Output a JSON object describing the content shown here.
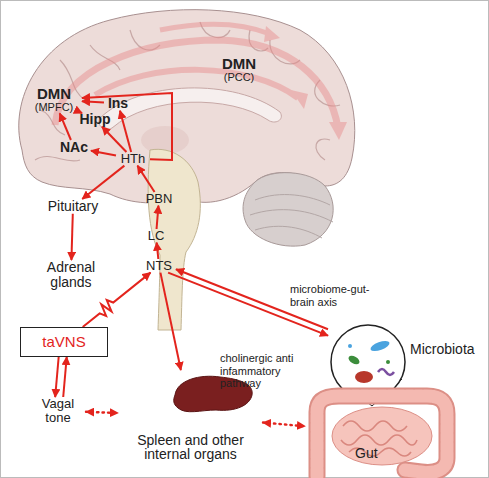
{
  "diagram": {
    "nodes": [
      {
        "text": [
          "DMN",
          "(PCC)"
        ]
      },
      {
        "text": [
          "DMN",
          "(MPFC)"
        ]
      },
      {
        "text": [
          "Ins"
        ]
      },
      {
        "text": [
          "Hipp"
        ]
      },
      {
        "text": [
          "NAc"
        ]
      },
      {
        "text": [
          "HTh"
        ]
      },
      {
        "text": [
          "PBN"
        ]
      },
      {
        "text": [
          "LC"
        ]
      },
      {
        "text": [
          "NTS"
        ]
      },
      {
        "text": [
          "Pituitary"
        ]
      },
      {
        "text": [
          "Adrenal glands"
        ]
      },
      {
        "text": [
          "taVNS"
        ]
      },
      {
        "text": [
          "Vagal tone"
        ]
      },
      {
        "text": [
          "Spleen and other internal organs"
        ]
      },
      {
        "text": [
          "Microbiota"
        ]
      },
      {
        "text": [
          "Gut"
        ]
      }
    ],
    "edges": [
      {
        "from": 11,
        "to": 8,
        "arrow": "to"
      },
      {
        "from": 8,
        "to": 7,
        "arrow": "to"
      },
      {
        "from": 7,
        "to": 6,
        "arrow": "to"
      },
      {
        "from": 6,
        "to": 5,
        "arrow": "to"
      },
      {
        "from": 5,
        "to": 2,
        "arrow": "to"
      },
      {
        "from": 5,
        "to": 3,
        "arrow": "to"
      },
      {
        "from": 5,
        "to": 4,
        "arrow": "to"
      },
      {
        "from": 5,
        "to": 9,
        "arrow": "to"
      },
      {
        "from": 2,
        "to": 1,
        "arrow": "to"
      },
      {
        "from": 3,
        "to": 1,
        "arrow": "to"
      },
      {
        "from": 4,
        "to": 1,
        "arrow": "to"
      },
      {
        "from": 5,
        "to": 1,
        "arrow": "to"
      },
      {
        "from": 9,
        "to": 10,
        "arrow": "to"
      },
      {
        "from": 11,
        "to": 12,
        "arrow": "to"
      },
      {
        "from": 12,
        "to": 11,
        "arrow": "to"
      },
      {
        "from": 8,
        "to": 13,
        "label": "cholinergic anti infammatory pathway",
        "arrow": "to"
      },
      {
        "from": 8,
        "to": 14,
        "label": "microbiome-gut-brain axis",
        "arrow": "to"
      },
      {
        "from": 14,
        "to": 8,
        "arrow": "to"
      },
      {
        "from": 12,
        "to": 13,
        "arrow": "both"
      },
      {
        "from": 13,
        "to": 15,
        "arrow": "both"
      }
    ]
  }
}
